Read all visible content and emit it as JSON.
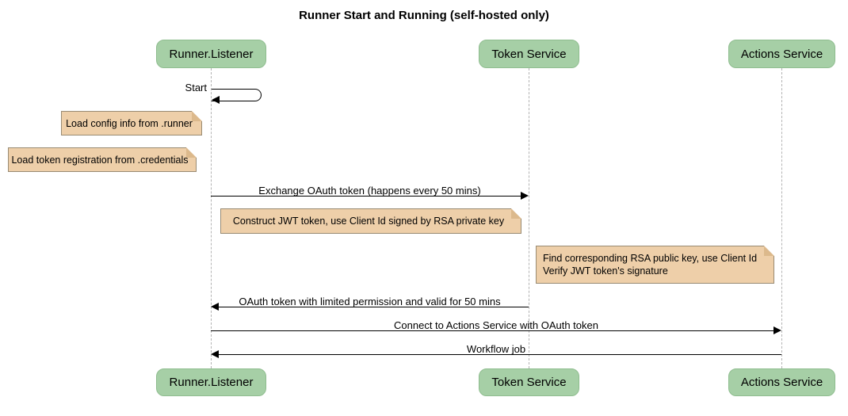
{
  "title": "Runner Start and Running (self-hosted only)",
  "participants": [
    {
      "label": "Runner.Listener"
    },
    {
      "label": "Token Service"
    },
    {
      "label": "Actions Service"
    }
  ],
  "messages": {
    "start": "Start",
    "exchange": "Exchange OAuth token (happens every 50 mins)",
    "oauth_return": "OAuth token with limited permission and valid for 50 mins",
    "connect": "Connect to Actions Service with OAuth token",
    "workflow": "Workflow job"
  },
  "notes": {
    "config": "Load config info from .runner",
    "credentials": "Load token registration from .credentials",
    "jwt": "Construct JWT token, use Client Id signed by RSA private key",
    "verify_line1": "Find corresponding RSA public key, use Client Id",
    "verify_line2": "Verify JWT token's signature"
  },
  "colors": {
    "participant_fill": "#a6cfa6",
    "note_fill": "#eecfa9",
    "note_border": "#998b73",
    "note_fold": "#dcb98c",
    "lifeline": "#b3b3b3",
    "arrow": "#000000",
    "background": "#ffffff"
  }
}
